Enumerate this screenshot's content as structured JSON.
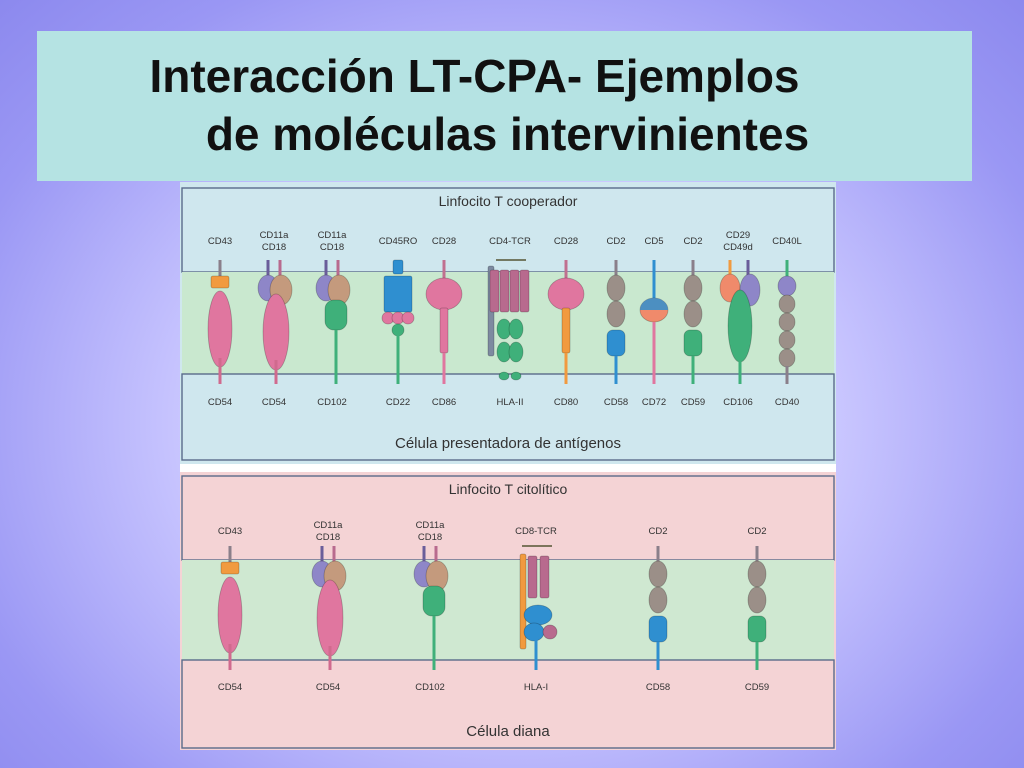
{
  "slide": {
    "title_line1": "Interacción LT-CPA- Ejemplos",
    "title_line2": "de moléculas intervinientes"
  },
  "colors": {
    "top_panel_bg": "#cfe7ee",
    "top_panel_mid": "#c9e8cf",
    "bottom_panel_bg": "#f4d3d5",
    "bottom_panel_mid": "#cfe8d1",
    "pink": "#e0769f",
    "green": "#3fb07a",
    "blue": "#2f8fd0",
    "orange": "#f19a3f",
    "gray_bead": "#9b8f88",
    "lavender": "#8e86c8",
    "tan": "#c49a7d",
    "plum": "#b86a8e",
    "salmon": "#f08a6b"
  },
  "diagram": {
    "top": {
      "upper_cell_label": "Linfocito T cooperador",
      "lower_cell_label": "Célula presentadora de antígenos",
      "ligand_pairs": [
        {
          "top_label": [
            "CD43"
          ],
          "bottom_label": "CD54",
          "type": "pink_ellipse"
        },
        {
          "top_label": [
            "CD11a",
            "CD18"
          ],
          "bottom_label": "CD54",
          "type": "integrin_pink"
        },
        {
          "top_label": [
            "CD11a",
            "CD18"
          ],
          "bottom_label": "CD102",
          "type": "integrin_green"
        },
        {
          "top_label": [
            "CD45RO"
          ],
          "bottom_label": "CD22",
          "type": "blue_stack"
        },
        {
          "top_label": [
            "CD28"
          ],
          "bottom_label": "CD86",
          "type": "pink_mushroom"
        },
        {
          "top_label": [
            "CD4-TCR"
          ],
          "bottom_label": "HLA-II",
          "type": "tcr_mhc"
        },
        {
          "top_label": [
            "CD28"
          ],
          "bottom_label": "CD80",
          "type": "orange_mushroom"
        },
        {
          "top_label": [
            "CD2"
          ],
          "bottom_label": "CD58",
          "type": "beads_blue"
        },
        {
          "top_label": [
            "CD5"
          ],
          "bottom_label": "CD72",
          "type": "ball_pink"
        },
        {
          "top_label": [
            "CD2"
          ],
          "bottom_label": "CD59",
          "type": "beads_green"
        },
        {
          "top_label": [
            "CD29",
            "CD49d"
          ],
          "bottom_label": "CD106",
          "type": "integrin_green_tall"
        },
        {
          "top_label": [
            "CD40L"
          ],
          "bottom_label": "CD40",
          "type": "beads_column"
        }
      ]
    },
    "bottom": {
      "upper_cell_label": "Linfocito T citolítico",
      "lower_cell_label": "Célula diana",
      "ligand_pairs": [
        {
          "top_label": [
            "CD43"
          ],
          "bottom_label": "CD54",
          "type": "pink_ellipse"
        },
        {
          "top_label": [
            "CD11a",
            "CD18"
          ],
          "bottom_label": "CD54",
          "type": "integrin_pink"
        },
        {
          "top_label": [
            "CD11a",
            "CD18"
          ],
          "bottom_label": "CD102",
          "type": "integrin_green"
        },
        {
          "top_label": [
            "CD8-TCR"
          ],
          "bottom_label": "HLA-I",
          "type": "tcr_mhc1"
        },
        {
          "top_label": [
            "CD2"
          ],
          "bottom_label": "CD58",
          "type": "beads_blue"
        },
        {
          "top_label": [
            "CD2"
          ],
          "bottom_label": "CD59",
          "type": "beads_green"
        }
      ]
    }
  }
}
